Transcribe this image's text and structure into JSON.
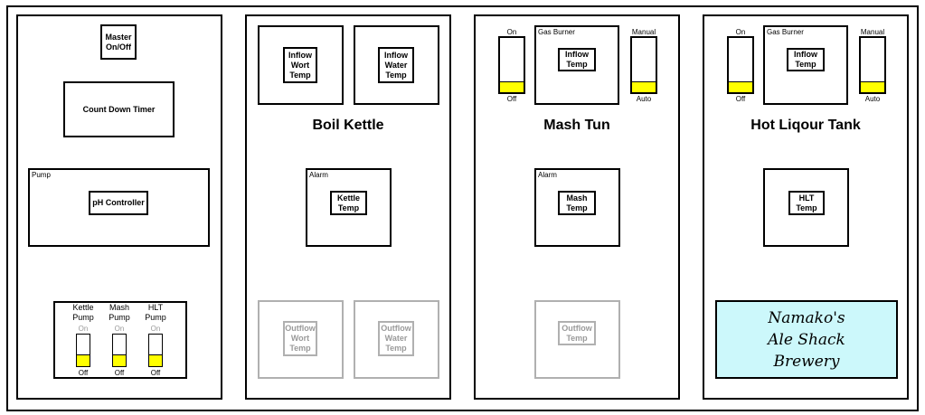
{
  "control": {
    "master_label": "Master\nOn/Off",
    "timer_label": "Count Down Timer",
    "pump_label": "Pump",
    "ph_label": "pH Controller",
    "toggles": [
      {
        "label": "Kettle\nPump",
        "on": "On",
        "off": "Off"
      },
      {
        "label": "Mash\nPump",
        "on": "On",
        "off": "Off"
      },
      {
        "label": "HLT\nPump",
        "on": "On",
        "off": "Off"
      }
    ]
  },
  "boil_kettle": {
    "title": "Boil Kettle",
    "inflow_wort": "Inflow\nWort\nTemp",
    "inflow_water": "Inflow\nWater\nTemp",
    "alarm_label": "Alarm",
    "kettle_temp": "Kettle\nTemp",
    "outflow_wort": "Outflow\nWort\nTemp",
    "outflow_water": "Outflow\nWater\nTemp"
  },
  "mash_tun": {
    "title": "Mash Tun",
    "on_label": "On",
    "off_label": "Off",
    "burner_label": "Gas Burner",
    "inflow_temp": "Inflow\nTemp",
    "manual_label": "Manual",
    "auto_label": "Auto",
    "alarm_label": "Alarm",
    "mash_temp": "Mash\nTemp",
    "outflow_temp": "Outflow\nTemp"
  },
  "hlt": {
    "title": "Hot Liqour Tank",
    "on_label": "On",
    "off_label": "Off",
    "burner_label": "Gas Burner",
    "inflow_temp": "Inflow\nTemp",
    "manual_label": "Manual",
    "auto_label": "Auto",
    "hlt_temp": "HLT\nTemp",
    "brand": "Namako's\nAle Shack\nBrewery"
  },
  "colors": {
    "switch_fill": "#ffff00",
    "brand_bg": "#ccf8fb"
  }
}
